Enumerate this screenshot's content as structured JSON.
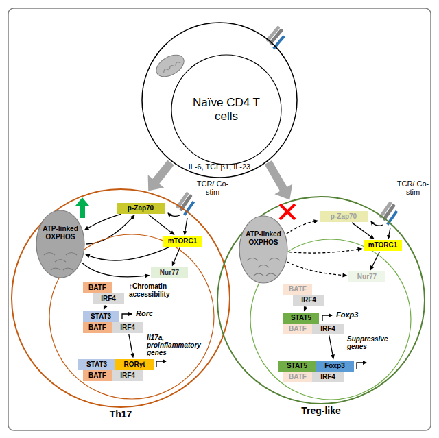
{
  "diagram": {
    "nodes": [
      {
        "text": [
          "Naïve CD4 T cells"
        ]
      },
      {
        "text": [
          "Th17"
        ]
      },
      {
        "text": [
          "ATP-linked OXPHOS"
        ],
        "in": 1
      },
      {
        "text": [
          "p-Zap70"
        ],
        "in": 1
      },
      {
        "text": [
          "mTORC1"
        ],
        "in": 1
      },
      {
        "text": [
          "Nur77"
        ],
        "in": 1
      },
      {
        "text": [
          "BATF"
        ],
        "in": 1
      },
      {
        "text": [
          "IRF4"
        ],
        "in": 1
      },
      {
        "text": [
          "STAT3"
        ],
        "in": 1
      },
      {
        "text": [
          "BATF"
        ],
        "in": 1
      },
      {
        "text": [
          "IRF4"
        ],
        "in": 1
      },
      {
        "text": [
          "STAT3"
        ],
        "in": 1
      },
      {
        "text": [
          "RORγt"
        ],
        "in": 1
      },
      {
        "text": [
          "BATF"
        ],
        "in": 1
      },
      {
        "text": [
          "IRF4"
        ],
        "in": 1
      },
      {
        "text": [
          "Treg-like"
        ]
      },
      {
        "text": [
          "ATP-linked OXPHOS"
        ],
        "in": 15
      },
      {
        "text": [
          "p-Zap70"
        ],
        "in": 15
      },
      {
        "text": [
          "mTORC1"
        ],
        "in": 15
      },
      {
        "text": [
          "Nur77"
        ],
        "in": 15
      },
      {
        "text": [
          "BATF"
        ],
        "in": 15
      },
      {
        "text": [
          "IRF4"
        ],
        "in": 15
      },
      {
        "text": [
          "STAT5"
        ],
        "in": 15
      },
      {
        "text": [
          "BATF"
        ],
        "in": 15
      },
      {
        "text": [
          "IRF4"
        ],
        "in": 15
      },
      {
        "text": [
          "STAT5"
        ],
        "in": 15
      },
      {
        "text": [
          "Foxp3"
        ],
        "in": 15
      },
      {
        "text": [
          "BATF"
        ],
        "in": 15
      },
      {
        "text": [
          "IRF4"
        ],
        "in": 15
      }
    ],
    "edges": [
      {
        "from": 0,
        "to": 1,
        "arrow": "to"
      },
      {
        "from": 0,
        "to": 15,
        "arrow": "to"
      },
      {
        "from": 2,
        "to": 3,
        "arrow": "to"
      },
      {
        "from": 3,
        "to": 2,
        "arrow": "to"
      },
      {
        "from": 4,
        "to": 2,
        "arrow": "to"
      },
      {
        "from": 3,
        "to": 4,
        "arrow": "to"
      },
      {
        "from": 2,
        "to": 5,
        "arrow": "to"
      },
      {
        "from": 4,
        "to": 5,
        "arrow": "to"
      },
      {
        "from": 7,
        "to": 8,
        "arrow": "to"
      },
      {
        "from": 10,
        "to": 12,
        "arrow": "to"
      },
      {
        "from": 16,
        "to": 17,
        "arrow": "to"
      },
      {
        "from": 16,
        "to": 18,
        "arrow": "to"
      },
      {
        "from": 16,
        "to": 19,
        "arrow": "to"
      },
      {
        "from": 17,
        "to": 18,
        "arrow": "to"
      },
      {
        "from": 18,
        "to": 19,
        "arrow": "to"
      },
      {
        "from": 21,
        "to": 22,
        "arrow": "to"
      },
      {
        "from": 24,
        "to": 26,
        "arrow": "to"
      }
    ],
    "labels": [
      "IL-6, TGFβ1, IL-23",
      "TCR/ Co-stim",
      "TCR/ Co-stim",
      "↑Chromatin accessibility",
      "Rorc",
      "Il17a, proinflammatory genes",
      "Foxp3",
      "Suppressive genes"
    ]
  }
}
